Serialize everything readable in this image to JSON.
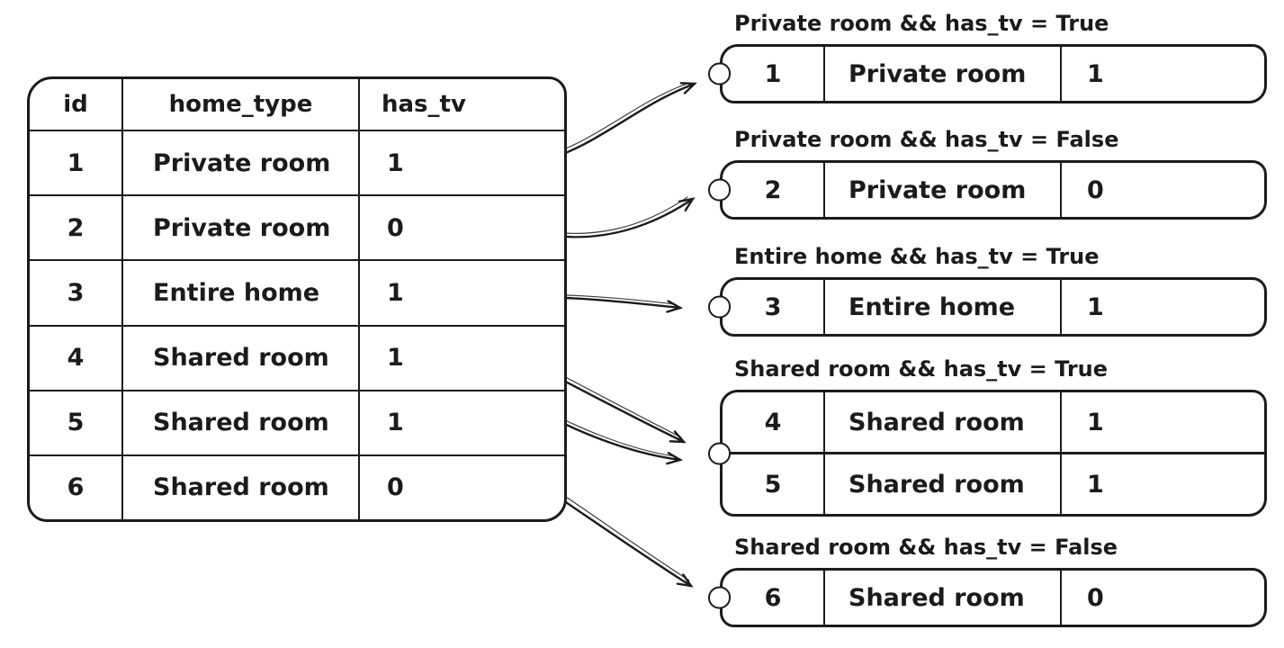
{
  "diagram": {
    "colors": {
      "ink": "#1b1b1b",
      "background": "#ffffff"
    },
    "source_table": {
      "columns": [
        "id",
        "home_type",
        "has_tv"
      ],
      "rows": [
        [
          "1",
          "Private room",
          "1"
        ],
        [
          "2",
          "Private room",
          "0"
        ],
        [
          "3",
          "Entire home",
          "1"
        ],
        [
          "4",
          "Shared room",
          "1"
        ],
        [
          "5",
          "Shared room",
          "1"
        ],
        [
          "6",
          "Shared room",
          "0"
        ]
      ]
    },
    "groups": [
      {
        "label": "Private room && has_tv = True",
        "rows": [
          [
            "1",
            "Private room",
            "1"
          ]
        ]
      },
      {
        "label": "Private room && has_tv = False",
        "rows": [
          [
            "2",
            "Private room",
            "0"
          ]
        ]
      },
      {
        "label": "Entire home && has_tv = True",
        "rows": [
          [
            "3",
            "Entire home",
            "1"
          ]
        ]
      },
      {
        "label": "Shared room && has_tv = True",
        "rows": [
          [
            "4",
            "Shared room",
            "1"
          ],
          [
            "5",
            "Shared room",
            "1"
          ]
        ]
      },
      {
        "label": "Shared room && has_tv = False",
        "rows": [
          [
            "6",
            "Shared room",
            "0"
          ]
        ]
      }
    ]
  }
}
